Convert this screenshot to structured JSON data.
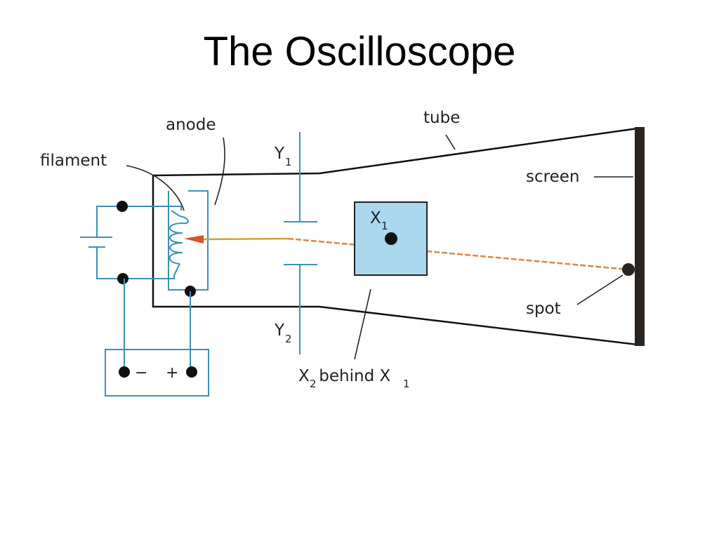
{
  "title": "The Oscilloscope",
  "labels": {
    "anode": "anode",
    "tube": "tube",
    "filament": "filament",
    "screen": "screen",
    "spot": "spot",
    "y1_main": "Y",
    "y1_sub": "1",
    "y2_main": "Y",
    "y2_sub": "2",
    "x1_main": "X",
    "x1_sub": "1",
    "x2_main": "X",
    "x2_sub": "2",
    "x2_mid": " behind X",
    "x2_end": "1"
  },
  "supply": {
    "minus": "−",
    "plus": "+"
  },
  "colors": {
    "wire_blue": "#3d8fb8",
    "x_plate_fill": "#a9d8ef",
    "beam": "#d6884a",
    "tube_outline": "#111111",
    "screen": "#2a2420"
  }
}
